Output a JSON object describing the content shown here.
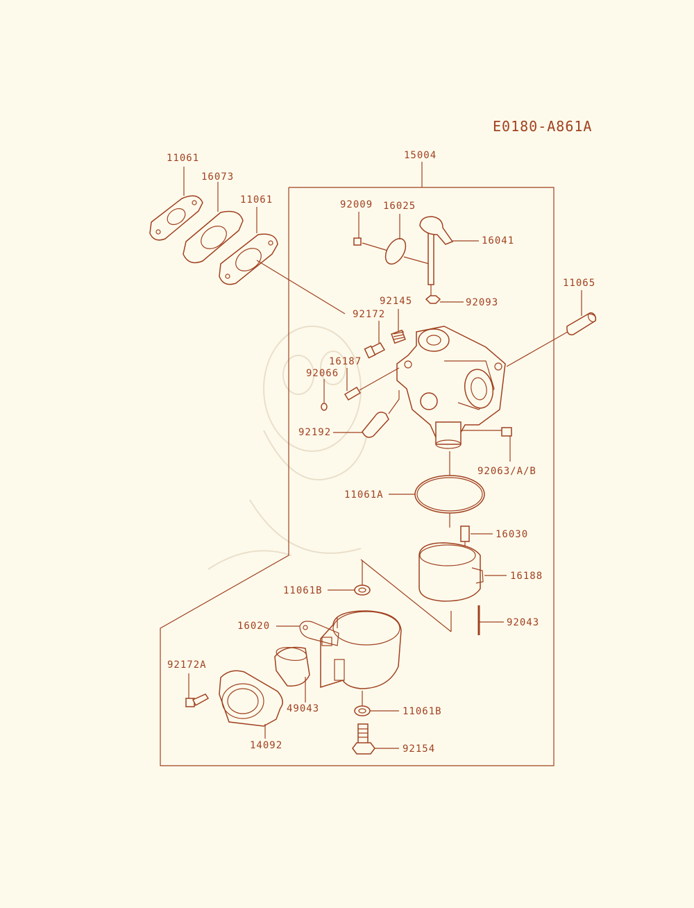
{
  "diagram_code": "E0180-A861A",
  "colors": {
    "ink": "#a0401e",
    "paper": "#fdfaec",
    "watermark": "#eadfca"
  },
  "parts": {
    "p11061_top": "11061",
    "p16073": "16073",
    "p11061_mid": "11061",
    "p15004": "15004",
    "p92009": "92009",
    "p16025": "16025",
    "p16041": "16041",
    "p11065": "11065",
    "p92145": "92145",
    "p92093": "92093",
    "p92172": "92172",
    "p16187": "16187",
    "p92066": "92066",
    "p92192": "92192",
    "p92063": "92063/A/B",
    "p11061A": "11061A",
    "p16030": "16030",
    "p16188": "16188",
    "p11061B_top": "11061B",
    "p92043": "92043",
    "p16020": "16020",
    "p92172A": "92172A",
    "p49043": "49043",
    "p11061B_bot": "11061B",
    "p14092": "14092",
    "p92154": "92154"
  }
}
